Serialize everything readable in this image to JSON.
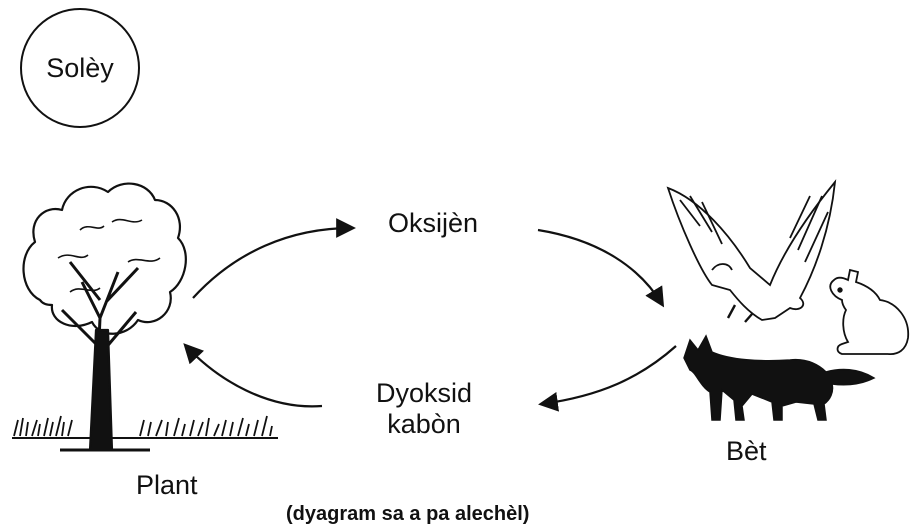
{
  "diagram": {
    "sun_label": "Solèy",
    "oxygen_label": "Oksijèn",
    "co2_label_line1": "Dyoksid",
    "co2_label_line2": "kabòn",
    "plant_label": "Plant",
    "animals_label": "Bèt",
    "caption": "(dyagram sa a pa alechèl)",
    "icons": [
      "tree-icon",
      "grass-icon",
      "eagle-icon",
      "rabbit-icon",
      "fox-icon",
      "arrow-icon"
    ],
    "ink_color": "#111111"
  }
}
